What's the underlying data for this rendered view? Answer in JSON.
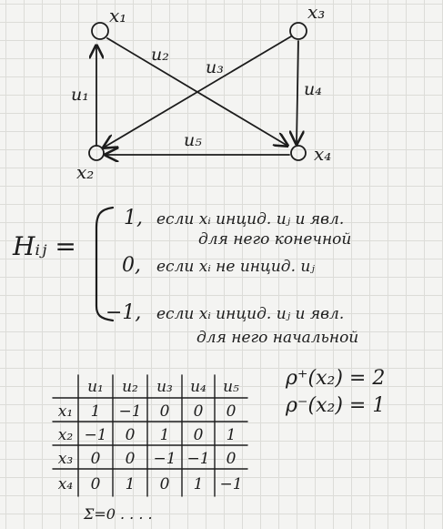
{
  "graph": {
    "vertices": [
      {
        "id": "x1",
        "label": "x₁"
      },
      {
        "id": "x2",
        "label": "x₂"
      },
      {
        "id": "x3",
        "label": "x₃"
      },
      {
        "id": "x4",
        "label": "x₄"
      }
    ],
    "edges": [
      {
        "id": "u1",
        "label": "u₁",
        "from": "x2",
        "to": "x1"
      },
      {
        "id": "u2",
        "label": "u₂",
        "from": "x1",
        "to": "x4"
      },
      {
        "id": "u3",
        "label": "u₃",
        "from": "x3",
        "to": "x2"
      },
      {
        "id": "u4",
        "label": "u₄",
        "from": "x3",
        "to": "x4"
      },
      {
        "id": "u5",
        "label": "u₅",
        "from": "x4",
        "to": "x2"
      }
    ]
  },
  "formula": {
    "lhs": "Hᵢⱼ =",
    "case1": {
      "value": "1,",
      "text": "если xᵢ инцид. uⱼ и явл.",
      "text2": "для него конечной"
    },
    "case2": {
      "value": "0,",
      "text": "если xᵢ не инцид. uⱼ"
    },
    "case3": {
      "value": "−1,",
      "text": "если xᵢ инцид. uⱼ и явл.",
      "text2": "для него начальной"
    }
  },
  "matrix": {
    "col_headers": [
      "u₁",
      "u₂",
      "u₃",
      "u₄",
      "u₅"
    ],
    "row_headers": [
      "x₁",
      "x₂",
      "x₃",
      "x₄"
    ],
    "rows": [
      [
        "1",
        "−1",
        "0",
        "0",
        "0"
      ],
      [
        "−1",
        "0",
        "1",
        "0",
        "1"
      ],
      [
        "0",
        "0",
        "−1",
        "−1",
        "0"
      ],
      [
        "0",
        "1",
        "0",
        "1",
        "−1"
      ]
    ],
    "sum_note": "Σ=0  . . . ."
  },
  "degrees": {
    "plus": "ρ⁺(x₂) = 2",
    "minus": "ρ⁻(x₂) = 1"
  }
}
